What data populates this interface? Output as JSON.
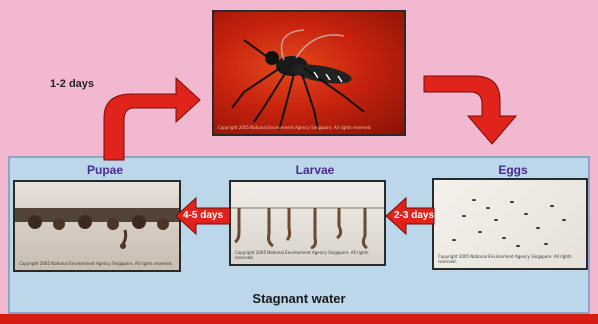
{
  "diagram": {
    "stages": {
      "adult": {
        "caption": "Copyright 2005 National Environment Agency Singapore. All rights reserved."
      },
      "eggs": {
        "title": "Eggs",
        "caption": "Copyright 2005 National Environment Agency Singapore. All rights reserved."
      },
      "larvae": {
        "title": "Larvae",
        "caption": "Copyright 2005 National Environment Agency Singapore. All rights reserved."
      },
      "pupae": {
        "title": "Pupae",
        "caption": "Copyright 2005 National Environment Agency Singapore. All rights reserved."
      }
    },
    "transitions": {
      "pupae_to_adult": "1-2 days",
      "eggs_to_larvae": "2-3 days",
      "larvae_to_pupae": "4-5 days"
    },
    "habitat_label": "Stagnant water",
    "colors": {
      "background": "#f2b8d0",
      "panel": "#bcd6ea",
      "arrow": "#e0241c",
      "title": "#4a2a8c"
    }
  }
}
